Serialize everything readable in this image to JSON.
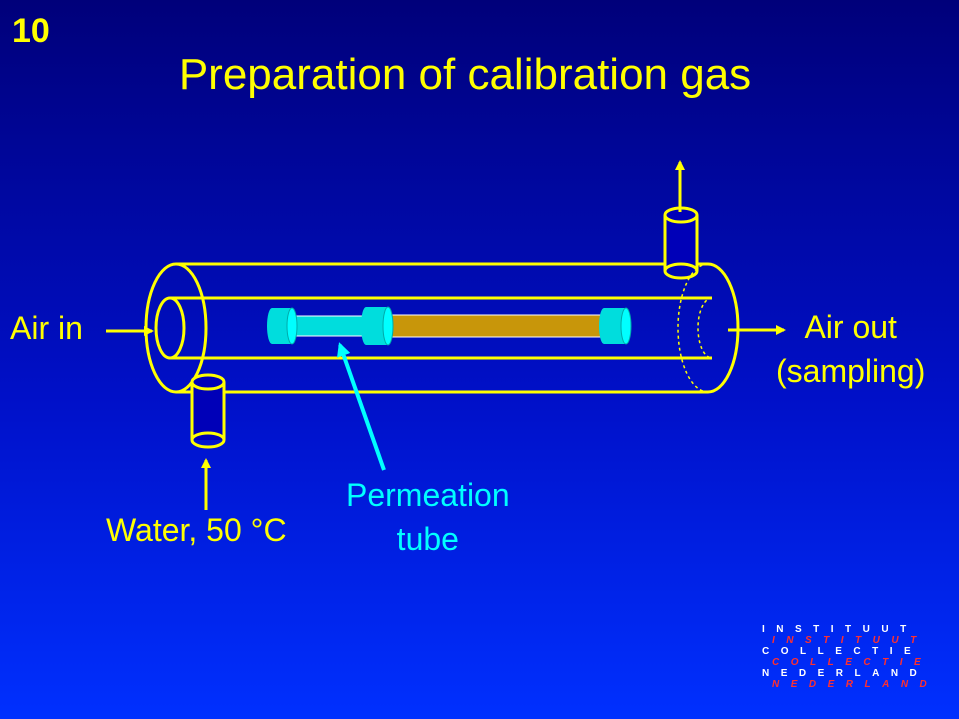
{
  "slide": {
    "number": "10",
    "title": "Preparation of calibration gas"
  },
  "labels": {
    "air_in": "Air in",
    "air_out_line1": "Air out",
    "air_out_line2": "(sampling)",
    "water": "Water, 50 °C",
    "permeation_line1": "Permeation",
    "permeation_line2": "tube"
  },
  "logo": {
    "line1": "INSTITUUT",
    "line2": "INSTITUUT",
    "line3": "COLLECTIE",
    "line4": "COLLECTIE",
    "line5": "NEDERLAND",
    "line6": "NEDERLAND"
  },
  "colors": {
    "background_top": "#00007a",
    "background_bottom": "#0030ff",
    "text_primary": "#ffff00",
    "text_accent": "#00ffff",
    "tube_body": "#c8960a",
    "logo_white": "#ffffff",
    "logo_red": "#ff3030"
  }
}
